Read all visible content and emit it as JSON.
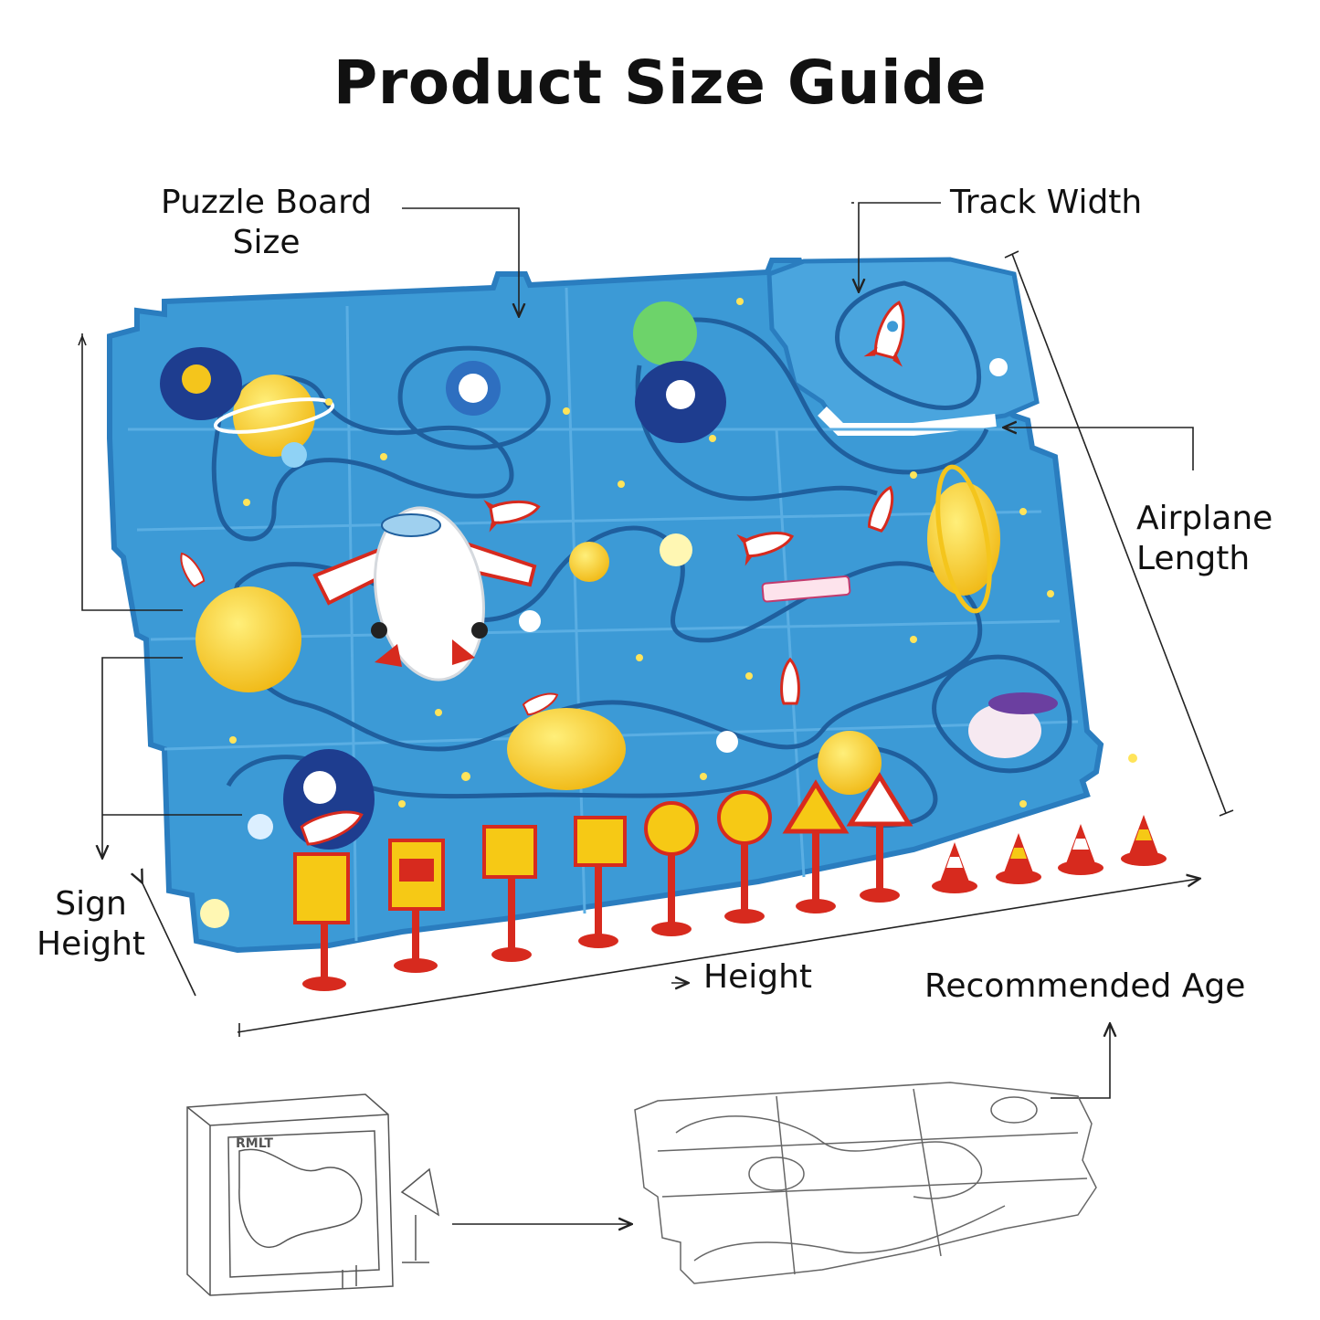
{
  "title": "Product Size Guide",
  "labels": {
    "puzzle_board": [
      "Puzzle Board",
      "Size"
    ],
    "track_width": "Track Width",
    "airplane_length": [
      "Airplane",
      "Length"
    ],
    "sign_height": [
      "Sign",
      "Height"
    ],
    "height": "Height",
    "recommended_age": "Recommended Age"
  },
  "colors": {
    "board": "#3c9ad6",
    "board_edge": "#2a7dbf",
    "track": "#1f5f9e",
    "sign_red": "#d72a1e",
    "sign_yellow": "#f6c915",
    "planet_yellow": "#f4c51c",
    "line": "#222222"
  },
  "icons": [
    "airplane-toy",
    "rocket-icon",
    "astronaut-icon",
    "planet-icon",
    "traffic-sign-icon",
    "traffic-cone-icon",
    "box-sketch",
    "board-sketch"
  ]
}
